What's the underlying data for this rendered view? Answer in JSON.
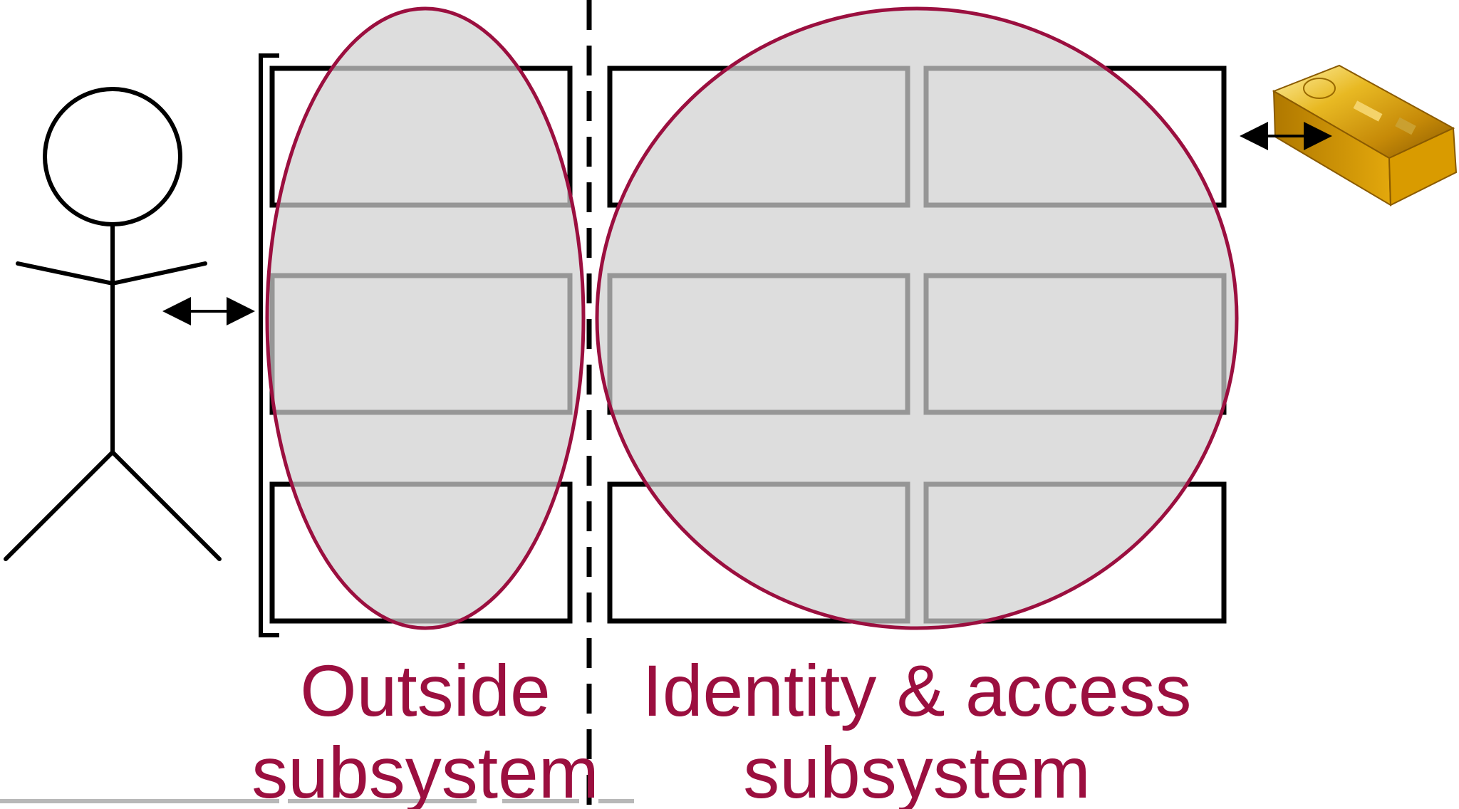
{
  "colors": {
    "accent": "#9b0f3f",
    "fill": "#e0e0e0",
    "stroke": "#000000",
    "inner_stroke": "#666666",
    "gold": "#d4a017"
  },
  "labels": {
    "outside": {
      "line1": "Outside",
      "line2": "subsystem"
    },
    "identity": {
      "line1": "Identity & access",
      "line2": "subsystem"
    }
  },
  "icons": {
    "user": "stick-figure-icon",
    "asset": "gold-bar-icon",
    "arrow": "double-arrow-icon"
  }
}
